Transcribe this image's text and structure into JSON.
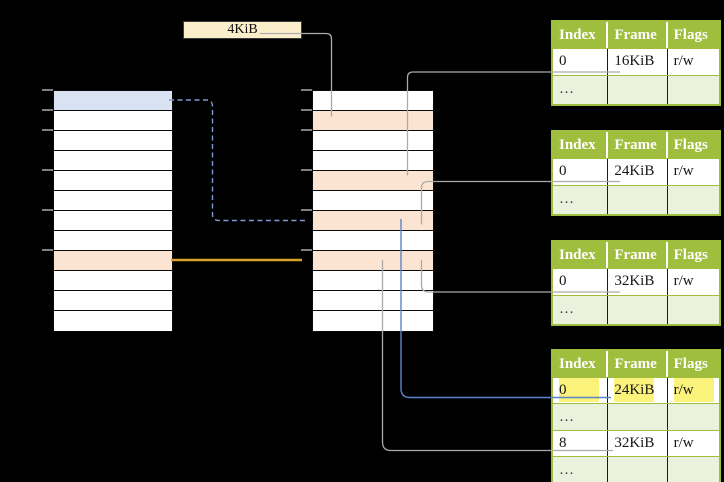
{
  "size_label": "4KiB",
  "colors": {
    "background": "#000000",
    "header_green": "#9FBE3D",
    "border_green": "#9FBE3D",
    "alt_row_green": "#EAF1DC",
    "row_blue": "#D9E2F3",
    "row_orange": "#FBE5D2",
    "box_cream": "#FBEECB",
    "highlight_yellow": "#FBF27C",
    "line_gray": "#ABABAB",
    "line_blue": "#5B84C6",
    "line_dashed_blue": "#7E9CD2",
    "line_gold": "#D9A226",
    "tick_gray": "#7F7F7F"
  },
  "left_column": {
    "row_count": 12,
    "blue_rows": [
      0
    ],
    "orange_rows": [
      8
    ],
    "tick_rows": [
      0,
      1,
      2,
      4,
      6,
      8
    ]
  },
  "middle_column": {
    "row_count": 12,
    "blue_rows": [],
    "orange_rows": [
      1,
      4,
      6,
      8
    ],
    "tick_rows": [
      0,
      1,
      2,
      4,
      6,
      8
    ]
  },
  "tables": [
    {
      "headers": [
        "Index",
        "Frame",
        "Flags"
      ],
      "rows": [
        {
          "variant": "data",
          "highlight": false,
          "cells": [
            "0",
            "16KiB",
            "r/w"
          ]
        },
        {
          "variant": "alt",
          "highlight": false,
          "cells": [
            "…",
            "",
            ""
          ]
        }
      ]
    },
    {
      "headers": [
        "Index",
        "Frame",
        "Flags"
      ],
      "rows": [
        {
          "variant": "data",
          "highlight": false,
          "cells": [
            "0",
            "24KiB",
            "r/w"
          ]
        },
        {
          "variant": "alt",
          "highlight": false,
          "cells": [
            "…",
            "",
            ""
          ]
        }
      ]
    },
    {
      "headers": [
        "Index",
        "Frame",
        "Flags"
      ],
      "rows": [
        {
          "variant": "data",
          "highlight": false,
          "cells": [
            "0",
            "32KiB",
            "r/w"
          ]
        },
        {
          "variant": "alt",
          "highlight": false,
          "cells": [
            "…",
            "",
            ""
          ]
        }
      ]
    },
    {
      "headers": [
        "Index",
        "Frame",
        "Flags"
      ],
      "rows": [
        {
          "variant": "data",
          "highlight": true,
          "cells": [
            "0",
            "24KiB",
            "r/w"
          ]
        },
        {
          "variant": "alt",
          "highlight": false,
          "cells": [
            "…",
            "",
            ""
          ]
        },
        {
          "variant": "data",
          "highlight": false,
          "cells": [
            "8",
            "32KiB",
            "r/w"
          ]
        },
        {
          "variant": "alt",
          "highlight": false,
          "cells": [
            "…",
            "",
            ""
          ]
        }
      ]
    }
  ]
}
